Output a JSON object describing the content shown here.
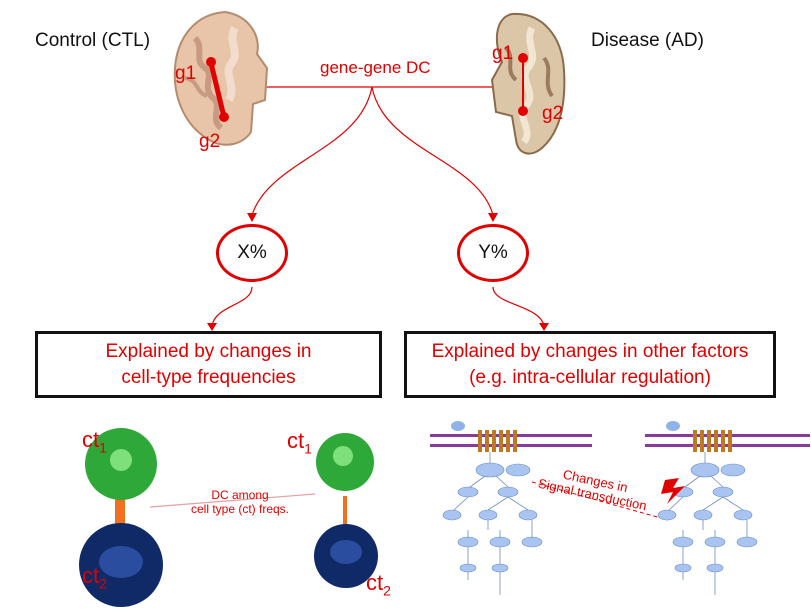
{
  "top": {
    "control_label": "Control (CTL)",
    "disease_label": "Disease (AD)",
    "gene_dc_label": "gene-gene DC",
    "g1": "g1",
    "g2": "g2"
  },
  "middle": {
    "left_circle": "X%",
    "right_circle": "Y%",
    "left_box_line1": "Explained by changes in",
    "left_box_line2": "cell-type frequencies",
    "right_box_line1": "Explained by changes in other factors",
    "right_box_line2": "(e.g. intra-cellular regulation)"
  },
  "bottom": {
    "ct_base": "ct",
    "ct1_sub": "1",
    "ct2_sub": "2",
    "dc_among_line1": "DC among",
    "dc_among_line2": "cell type (ct) freqs.",
    "signal_line1": "Changes in",
    "signal_line2": "Signal transduction"
  },
  "colors": {
    "accent_red": "#e00000",
    "cell_green": "#2fa83a",
    "cell_navy": "#0f2a66",
    "connector_orange": "#f07020",
    "brain_tan": "#e8c4a8"
  }
}
